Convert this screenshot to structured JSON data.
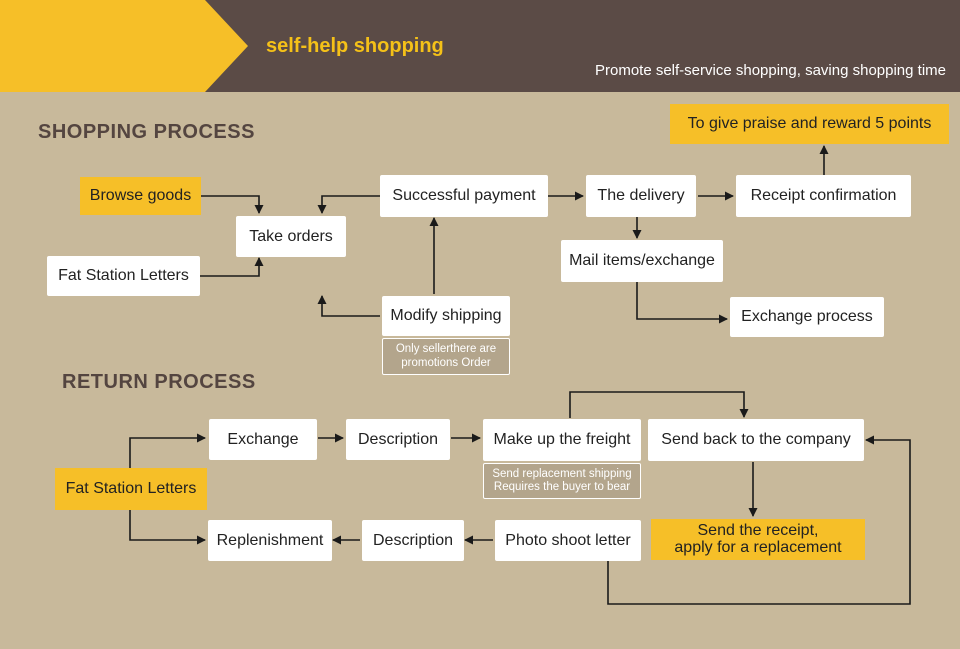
{
  "header": {
    "title": "self-help shopping",
    "subtitle": "Promote self-service shopping, saving shopping time"
  },
  "shopping_process": {
    "title": "SHOPPING PROCESS",
    "nodes": {
      "browse_goods": "Browse goods",
      "fat_station_letters": "Fat Station Letters",
      "take_orders": "Take orders",
      "successful_payment": "Successful payment",
      "modify_shipping": "Modify shipping",
      "modify_note_line1": "Only sellerthere are",
      "modify_note_line2": "promotions Order",
      "the_delivery": "The delivery",
      "mail_items_exchange": "Mail items/exchange",
      "exchange_process": "Exchange process",
      "receipt_confirmation": "Receipt confirmation",
      "praise_reward": "To give praise and reward 5 points"
    }
  },
  "return_process": {
    "title": "RETURN PROCESS",
    "nodes": {
      "fat_station_letters": "Fat Station Letters",
      "exchange": "Exchange",
      "description_1": "Description",
      "make_up_freight": "Make up the freight",
      "freight_note_line1": "Send replacement shipping",
      "freight_note_line2": "Requires the buyer to bear",
      "send_back_company": "Send back to the company",
      "replenishment": "Replenishment",
      "description_2": "Description",
      "photo_shoot_letter": "Photo shoot letter",
      "send_receipt_line1": "Send the receipt,",
      "send_receipt_line2": "apply for a replacement"
    }
  },
  "colors": {
    "header_background": "#5b4b46",
    "accent_yellow": "#f6bf28",
    "panel_background": "#c8b99b",
    "node_white": "#ffffff",
    "connector": "#1a1a1a"
  }
}
